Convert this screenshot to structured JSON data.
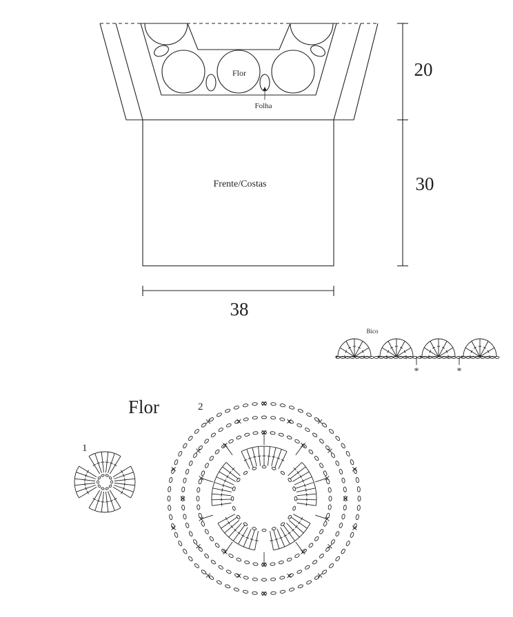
{
  "labels": {
    "flor_inner": "Flor",
    "folha": "Folha",
    "frente_costas": "Frente/Costas",
    "dim_top": "20",
    "dim_bottom": "30",
    "dim_width": "38",
    "bico": "Bico",
    "asterisk_a": "*",
    "asterisk_b": "*",
    "flor_title": "Flor",
    "round_1": "1",
    "round_2": "2"
  }
}
